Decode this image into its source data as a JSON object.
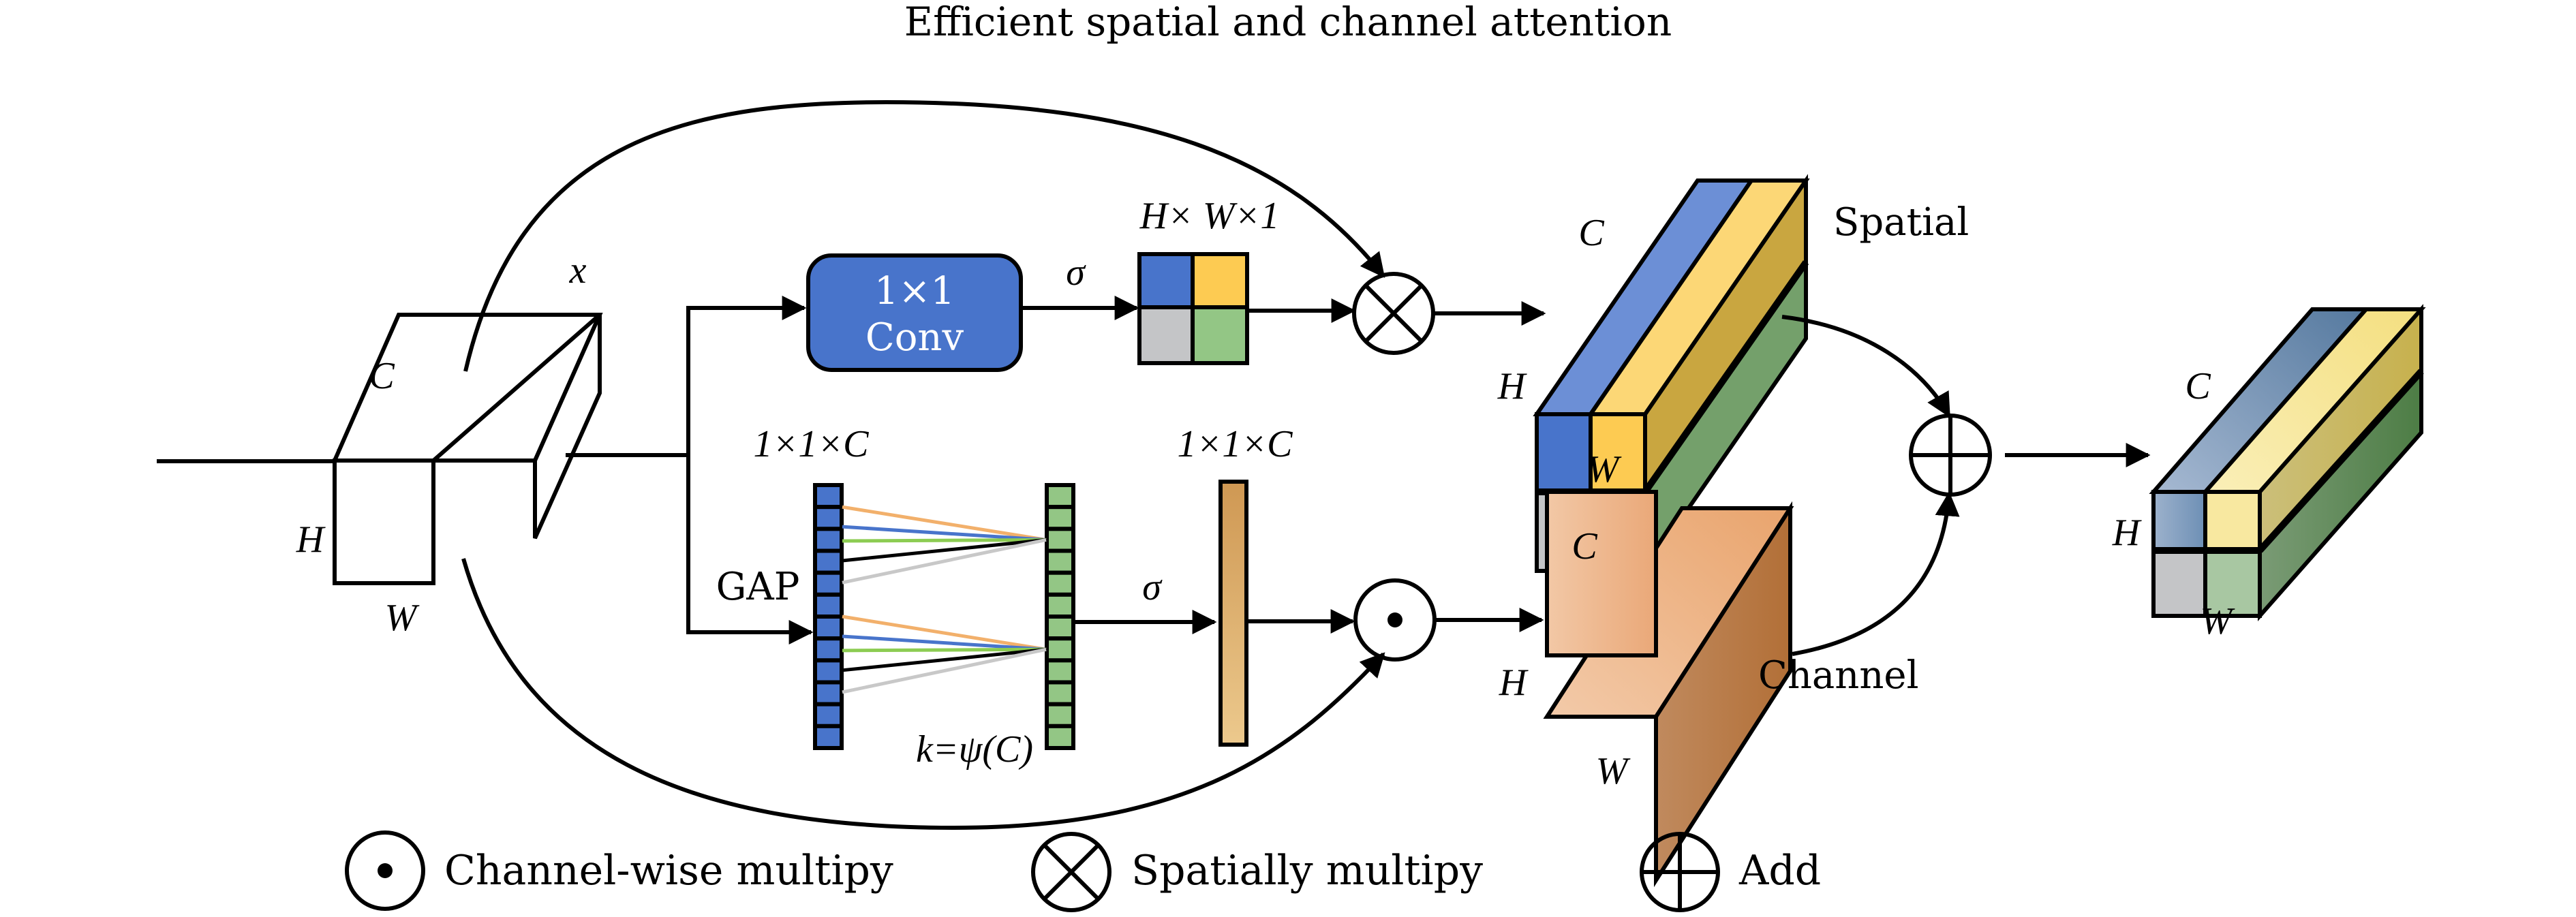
{
  "title": "Efficient spatial and channel attention",
  "input": {
    "label_x": "x",
    "dim_c": "C",
    "dim_h": "H",
    "dim_w": "W"
  },
  "spatial_branch": {
    "conv_line1": "1×1",
    "conv_line2": "Conv",
    "sigma": "σ",
    "map_label": "H× W×1",
    "map_colors": [
      "#4874cb",
      "#fdcb52",
      "#c4c5c7",
      "#93c685"
    ]
  },
  "channel_branch": {
    "gap_label": "GAP",
    "vec_label_in": "1×1×C",
    "vec_label_out": "1×1×C",
    "kernel_label": "k=ψ(C)",
    "sigma": "σ",
    "cells": 12,
    "blue": "#4874cb",
    "green": "#93c685",
    "line_colors": [
      "#f2b06b",
      "#4874cb",
      "#8ccc52",
      "#000000",
      "#c8c8c8"
    ]
  },
  "spatial_out": {
    "label": "Spatial",
    "dim_c": "C",
    "dim_h": "H",
    "dim_w": "W"
  },
  "channel_out": {
    "label": "Channel",
    "dim_c": "C",
    "dim_h": "H",
    "dim_w": "W"
  },
  "final_out": {
    "dim_c": "C",
    "dim_h": "H",
    "dim_w": "W"
  },
  "legend": [
    {
      "icon": "odot-icon",
      "label": "Channel-wise multipy"
    },
    {
      "icon": "otimes-icon",
      "label": "Spatially multipy"
    },
    {
      "icon": "oplus-icon",
      "label": "Add"
    }
  ]
}
